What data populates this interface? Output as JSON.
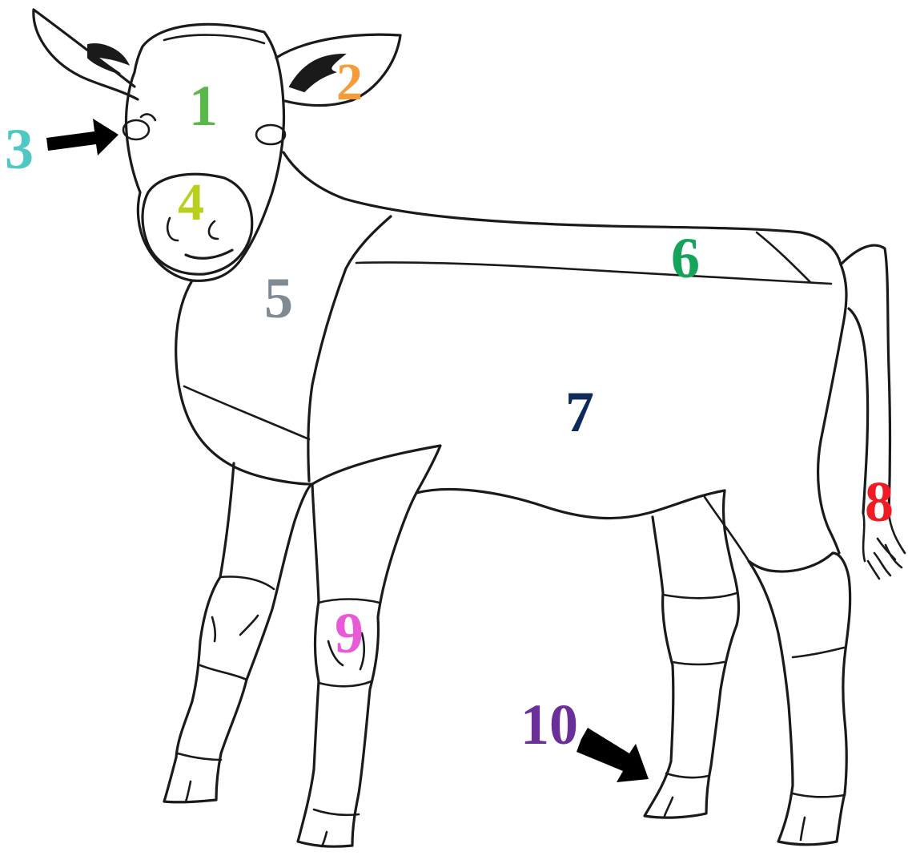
{
  "labels": [
    {
      "id": "1",
      "text": "1",
      "color": "#5bb64b"
    },
    {
      "id": "2",
      "text": "2",
      "color": "#f79a38"
    },
    {
      "id": "3",
      "text": "3",
      "color": "#4fc8c3"
    },
    {
      "id": "4",
      "text": "4",
      "color": "#b8cf1e"
    },
    {
      "id": "5",
      "text": "5",
      "color": "#7f8a93"
    },
    {
      "id": "6",
      "text": "6",
      "color": "#16a45a"
    },
    {
      "id": "7",
      "text": "7",
      "color": "#0d2a5c"
    },
    {
      "id": "8",
      "text": "8",
      "color": "#ee1c24"
    },
    {
      "id": "9",
      "text": "9",
      "color": "#e95bd6"
    },
    {
      "id": "10",
      "text": "10",
      "color": "#6b2f99"
    }
  ],
  "arrows": [
    {
      "target": "eye",
      "color": "#000000"
    },
    {
      "target": "hoof",
      "color": "#000000"
    }
  ],
  "drawing": {
    "stroke_color": "#1a1a1a",
    "background": "#ffffff"
  }
}
